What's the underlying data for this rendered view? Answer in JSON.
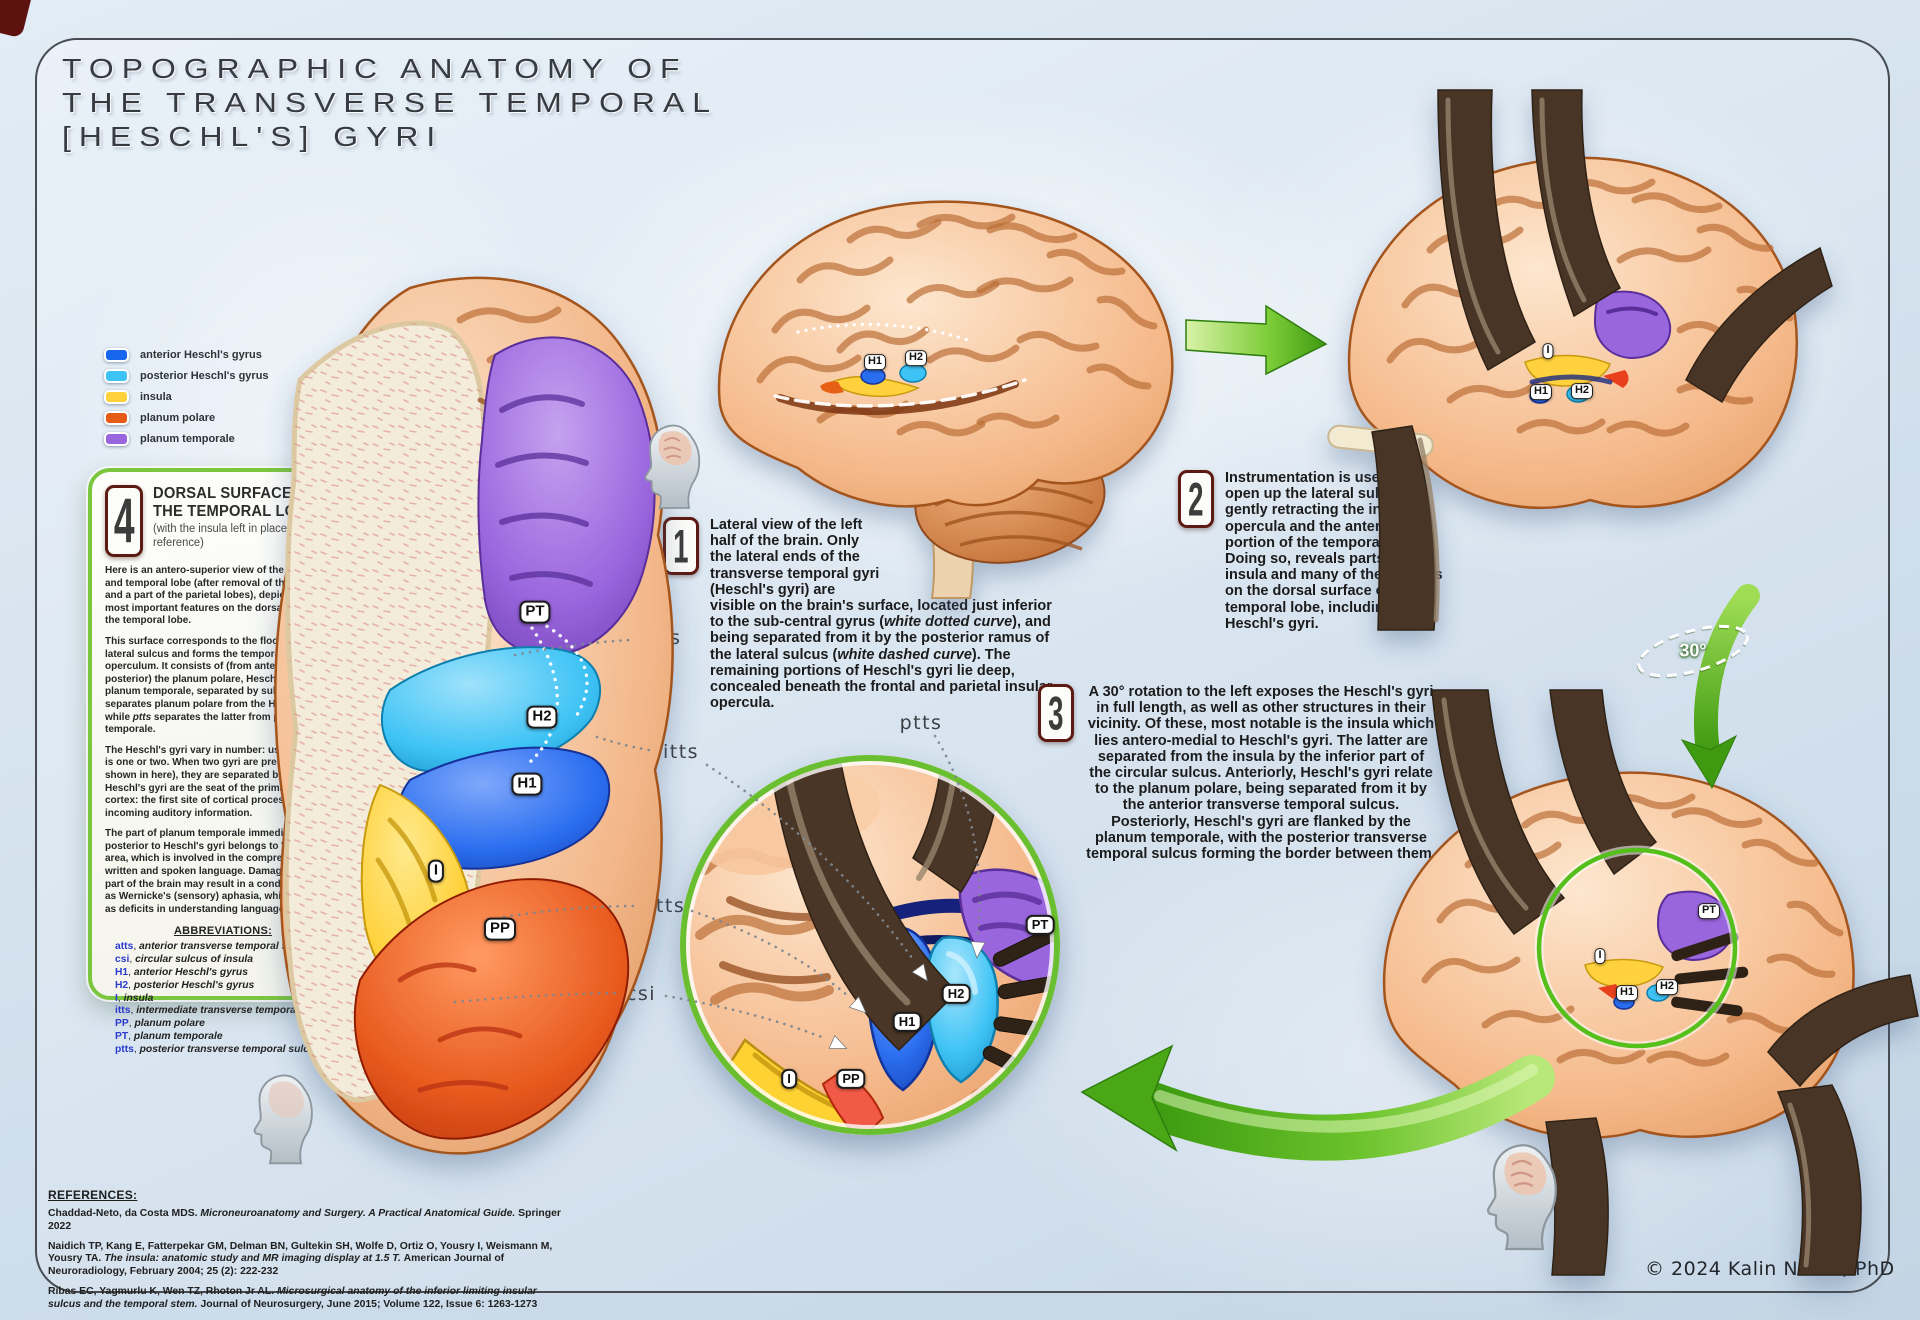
{
  "page": {
    "title_lines": [
      "TOPOGRAPHIC ANATOMY OF",
      "THE TRANSVERSE TEMPORAL",
      "[HESCHL'S] GYRI"
    ]
  },
  "colors": {
    "accent_green": "#7cc63e",
    "arrow_green": "#4aa816",
    "number_box_border": "#5d1a12",
    "background_blue": "#d4e2ee"
  },
  "legend": {
    "items": [
      {
        "label": "anterior Heschl's gyrus",
        "color": "#1766ee"
      },
      {
        "label": "posterior Heschl's gyrus",
        "color": "#3ec3f5"
      },
      {
        "label": "insula",
        "color": "#ffd23c"
      },
      {
        "label": "planum polare",
        "color": "#e65c17"
      },
      {
        "label": "planum temporale",
        "color": "#9a66de"
      }
    ]
  },
  "info_box": {
    "number": "4",
    "heading": "DORSAL SURFACE OF THE TEMPORAL LOBE",
    "subheading": "(with the insula left in place for reference)",
    "paragraphs": [
      [
        {
          "t": "Here is an antero-superior view of the left insula and temporal lobe (after removal of the frontal and a part of the parietal lobes), depicting the most important features on the dorsal surface of the temporal lobe."
        }
      ],
      [
        {
          "t": "This surface corresponds to the floor of the lateral sulcus and forms the temporal insular operculum. It consists of (from anterior to posterior) the planum polare, Heschl's gyri and planum temporale, separated by sulci: "
        },
        {
          "t": "atts",
          "i": true
        },
        {
          "t": " separates planum polare from the Heschl's gyri, while "
        },
        {
          "t": "ptts",
          "i": true
        },
        {
          "t": " separates the latter from planum temporale."
        }
      ],
      [
        {
          "t": "The Heschl's gyri vary in number: usually, there is one or two. When two gyri are present (as shown in here), they are separated by the "
        },
        {
          "t": "itts",
          "i": true
        },
        {
          "t": ". Heschl's gyri are the seat of the primary auditory cortex: the first site of cortical processing of incoming auditory information."
        }
      ],
      [
        {
          "t": "The part of planum temporale immediately posterior to Heschl's gyri belongs to Wernicke's area, which is involved in the comprehension of written and spoken language. Damage to this part of the brain may result in a condition known as Wernicke's (sensory) aphasia, which presents as deficits in understanding language."
        }
      ]
    ],
    "abbreviations_heading": "ABBREVIATIONS:",
    "abbr_separator": ", ",
    "abbreviations": [
      {
        "abbr": "atts",
        "full": "anterior transverse temporal sulcus"
      },
      {
        "abbr": "csi",
        "full": "circular sulcus of insula"
      },
      {
        "abbr": "H1",
        "full": "anterior Heschl's gyrus"
      },
      {
        "abbr": "H2",
        "full": "posterior Heschl's gyrus"
      },
      {
        "abbr": "I",
        "full": "insula"
      },
      {
        "abbr": "itts",
        "full": "intermediate transverse temporal sulcus"
      },
      {
        "abbr": "PP",
        "full": "planum polare"
      },
      {
        "abbr": "PT",
        "full": "planum temporale"
      },
      {
        "abbr": "ptts",
        "full": "posterior transverse temporal sulcus"
      }
    ]
  },
  "steps": [
    {
      "number": "1",
      "segments": [
        {
          "t": "Lateral view of the left half of the brain. Only the lateral ends of the transverse temporal gyri (Heschl's gyri) are visible on the brain's surface, located just inferior to the sub-central gyrus ("
        },
        {
          "t": "white dotted curve",
          "i": true
        },
        {
          "t": "), and being separated from it by the posterior ramus of the lateral sulcus ("
        },
        {
          "t": "white dashed curve",
          "i": true
        },
        {
          "t": "). The remaining portions of Heschl's gyri lie deep, concealed beneath the frontal and parietal insular opercula."
        }
      ]
    },
    {
      "number": "2",
      "segments": [
        {
          "t": "Instrumentation is used to open up the lateral sulcus by gently retracting the insular opercula and the anterior portion of the temporal lobe. Doing so, reveals parts of the insula and many of the features on the dorsal surface of the temporal lobe, including Heschl's gyri."
        }
      ]
    },
    {
      "number": "3",
      "segments": [
        {
          "t": "A 30° rotation to the left exposes the Heschl's gyri in full length, as well as other structures in their vicinity. Of these, most notable is the insula which lies antero-medial to Heschl's gyri. The latter are separated from the insula by the inferior part of the circular sulcus. Anteriorly, Heschl's gyri relate to the planum polare, being separated from it by the anterior transverse temporal sulcus. Posteriorly, Heschl's gyri are flanked by the planum temporale, with the posterior transverse temporal sulcus forming the border between them."
        }
      ]
    }
  ],
  "annotations": {
    "rotation_label": "30°",
    "leader_labels": {
      "ptts_left": "ptts",
      "itts": "itts",
      "atts": "atts",
      "csi": "csi",
      "ptts_inset": "ptts"
    },
    "pills": {
      "left_brain": [
        "PT",
        "H2",
        "H1",
        "I",
        "PP"
      ],
      "brain_lateral": [
        "H1",
        "H2"
      ],
      "brain_retracted": [
        "I",
        "H1",
        "H2"
      ],
      "brain_rotated": [
        "PT",
        "I",
        "H1",
        "H2"
      ],
      "inset": [
        "PT",
        "H2",
        "H1",
        "I",
        "PP"
      ]
    }
  },
  "references": {
    "heading": "REFERENCES:",
    "items": [
      {
        "authors": "Chaddad-Neto, da Costa MDS. ",
        "title": "Microneuroanatomy and Surgery. A Practical Anatomical Guide. ",
        "rest": "Springer 2022"
      },
      {
        "authors": "Naidich TP, Kang E, Fatterpekar GM, Delman BN, Gultekin SH, Wolfe D, Ortiz O, Yousry I, Weismann M, Yousry TA. ",
        "title": "The insula: anatomic study and MR imaging display at 1.5 T. ",
        "rest": "American Journal of Neuroradiology, February 2004; 25 (2): 222-232"
      },
      {
        "authors": "Ribas EC, Yagmurlu K, Wen TZ, Rhoton Jr AL. ",
        "title": "Microsurgical anatomy of the inferior limiting insular sulcus and the temporal stem. ",
        "rest": "Journal of Neurosurgery, June 2015; Volume 122, Issue 6: 1263-1273"
      }
    ]
  },
  "copyright": "© 2024 Kalin Narov, PhD"
}
